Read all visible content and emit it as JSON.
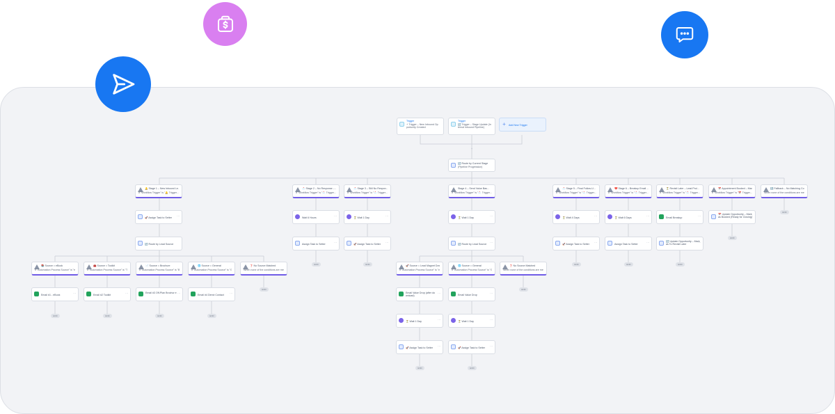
{
  "floating_icons": [
    {
      "name": "wallet-dollar-icon",
      "color": "#d97ff0"
    },
    {
      "name": "chat-bubble-icon",
      "color": "#1877f2"
    },
    {
      "name": "send-plane-icon",
      "color": "#1877f2"
    }
  ],
  "end_label": "END",
  "add_symbol": "+",
  "kebab": "⋯",
  "triggers": [
    {
      "title": "Trigger",
      "line": "⚡ Trigger – New Inbound Op portunity Created",
      "icon": "cyan"
    },
    {
      "title": "Trigger",
      "line": "🔄 Trigger – Stage Update (In ternal Inbound Pipeline)",
      "icon": "cyan"
    },
    {
      "title": "Add New Trigger",
      "line": "",
      "icon": "pls",
      "add": true
    }
  ],
  "router": {
    "title": "🔄 Route by Current Stage",
    "line": "(Pipeline Progression)"
  },
  "stages": [
    {
      "title": "🔔 Stage 1 – New Inbound Le...",
      "line": "If \"Workflow Trigger\" is \"🔔 Trigger..."
    },
    {
      "title": "📩 Stage 2 – No Response -...",
      "line": "If \"Workflow Trigger\" is \"📩 Trigger..."
    },
    {
      "title": "📩 Stage 3 – Still No Respon...",
      "line": "If \"Workflow Trigger\" is \"📩 Trigger..."
    },
    {
      "title": "Stage 4 – Send Value Bas...",
      "line": "If \"Workflow Trigger\" is \"📩 Trigger..."
    },
    {
      "title": "📩 Stage 5 – Final Follow-U...",
      "line": "If \"Workflow Trigger\" is \"📩 Trigger..."
    },
    {
      "title": "💔 Stage 6 – Breakup Email ...",
      "line": "If \"Workflow Trigger\" is \"📩 Trigger..."
    },
    {
      "title": "⏳ Revisit Later – Lead Prol...",
      "line": "If \"Workflow Trigger\" is \"📩 Trigger..."
    },
    {
      "title": "📅 Appointment Booked – Mar...",
      "line": "If \"Workflow Trigger\" is \"📅 Trigger..."
    },
    {
      "title": "🔚 Fallback – No Matching Co...",
      "line": "When none of the conditions are met"
    }
  ],
  "stage1": {
    "assign": "🚀 Assign Task to Setter",
    "route": "🔄 Route by Lead Source",
    "sources": [
      {
        "title": "📚 Source = eBook",
        "line": "If \"Automation Process Source\" is \"eB..."
      },
      {
        "title": "🧰 Source = Toolkit",
        "line": "If \"Automation Process Source\" is \"To..."
      },
      {
        "title": "📄 Source = Brochure",
        "line": "If \"Automation Process Source\" is \"Br..."
      },
      {
        "title": "🌐 Source = General",
        "line": "If \"Automation Process Source\" is \"Ge..."
      },
      {
        "title": "❓ No Source Matched",
        "line": "When none of the conditions are met"
      }
    ],
    "emails": [
      "Email #1 - eBook",
      "Email #2 Toolkit",
      "Email #3 Off-Plan Brochur e",
      "Email #4 Direct Contact"
    ]
  },
  "stage2": {
    "wait": "Wait 6 Hours",
    "assign": "Assign Task to Setter"
  },
  "stage3": {
    "wait": "⏳ Wait 1 Day",
    "assign": "🚀 Assign Task to Setter"
  },
  "stage4": {
    "wait": "⏳ Wait 1 Day",
    "route": "🔄 Route by Lead Source",
    "sources": [
      {
        "title": "🚀 Source = Lead Magnet Dow...",
        "line": "If \"Automation Process Source\" is \"eB..."
      },
      {
        "title": "🌐 Source = General",
        "line": "If \"Automation Process Source\" is \"Ge..."
      },
      {
        "title": "❓ No Source Matched",
        "line": "When none of the conditions are met"
      }
    ],
    "email_a": "Email Value Drop (after do wnload)",
    "email_b": "Email Value Drop",
    "wait_a": "⏳ Wait 1 Day",
    "wait_b": "⏳ Wait 1 Day",
    "assign_a": "🚀 Assign Task to Setter",
    "assign_b": "🚀 Assign Task to Setter"
  },
  "stage5": {
    "wait": "⏳ Wait 4 Days",
    "assign": "🚀 Assign Task to Setter"
  },
  "stage6": {
    "wait": "⏳ Wait 6 Days",
    "assign": "Assign Task to Setter"
  },
  "revisit": {
    "email": "Email Breakup",
    "update": "🔄 Update Opportunity – Mark as To Revisit Later"
  },
  "appointment": {
    "update": "📅 Update Opportunity – Mark as Booked (Ready for Closing)"
  }
}
